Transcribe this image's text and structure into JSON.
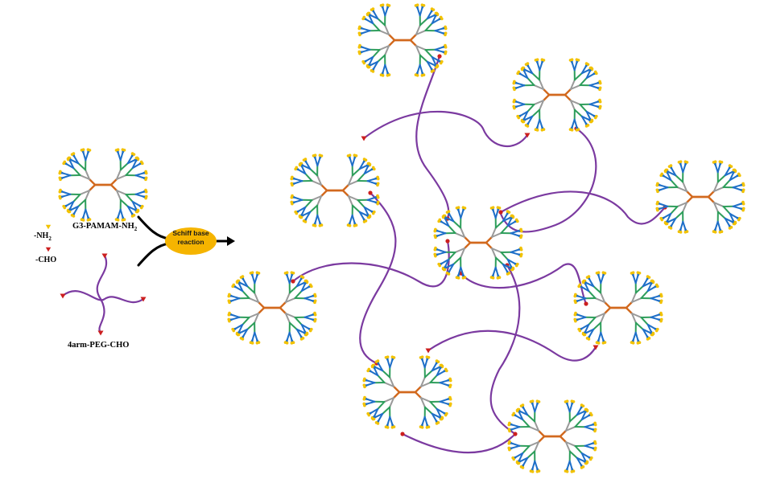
{
  "legend": {
    "amine_label_main": "-NH",
    "amine_label_sub": "2",
    "aldehyde_label": "-CHO"
  },
  "reactants": {
    "dendrimer_label_main": "G3-PAMAM-NH",
    "dendrimer_label_sub": "2",
    "peg_label": "4arm-PEG-CHO"
  },
  "reaction": {
    "line1": "Schiff base",
    "line2": "reaction"
  },
  "colors": {
    "core": "#d2691e",
    "gen1": "#9a9a9a",
    "gen2": "#2e9e5b",
    "gen3": "#1e6fc8",
    "amine_terminal": "#f2c200",
    "aldehyde_terminal": "#cc1f1f",
    "peg_chain": "#7b3aa0",
    "reaction_badge": "#f5b400",
    "arrow": "#000000"
  }
}
